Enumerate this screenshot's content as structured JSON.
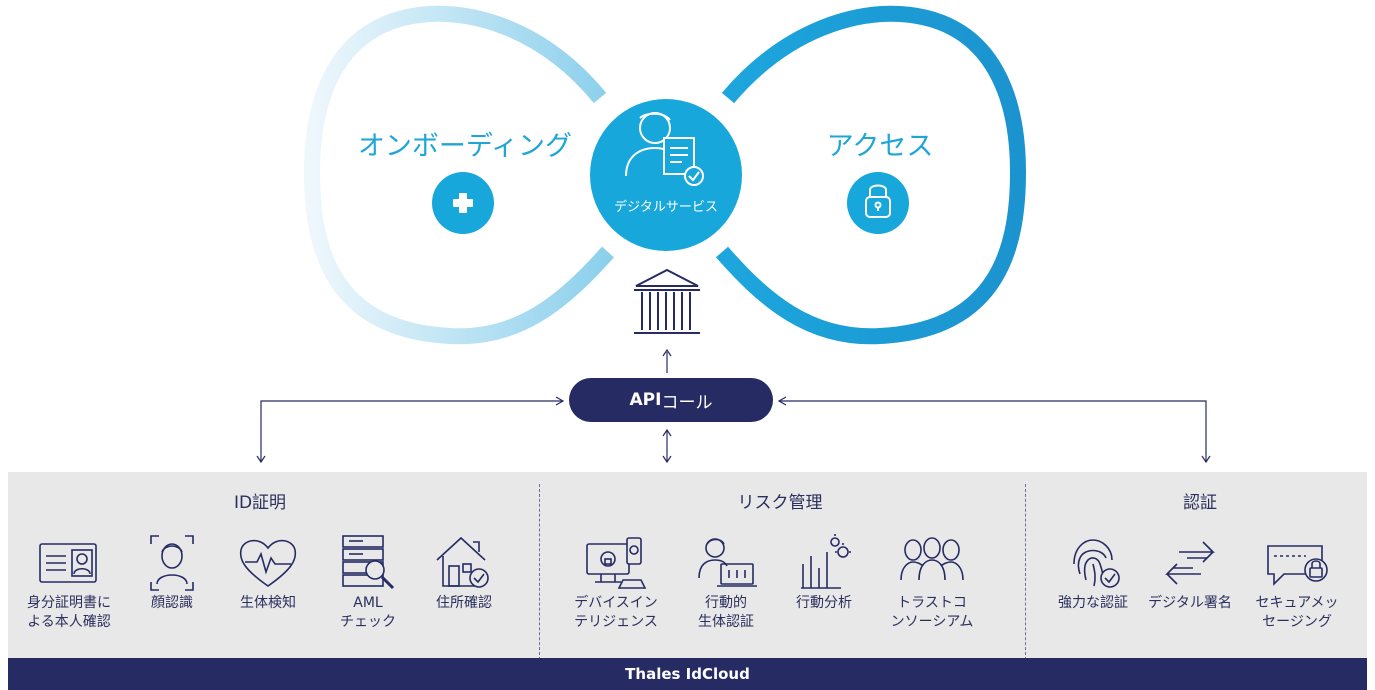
{
  "diagram": {
    "onboarding": {
      "label": "オンボーディング",
      "icon": "plus-icon"
    },
    "center": {
      "label": "デジタルサービス",
      "icon": "user-document-check-icon"
    },
    "access": {
      "label": "アクセス",
      "icon": "lock-icon"
    },
    "institution_icon": "bank-building-icon",
    "api": {
      "bold": "API",
      "rest": "コール"
    },
    "colors": {
      "accent": "#1ea6d6",
      "navy": "#262b64",
      "panel": "#e8e8e8",
      "text": "#2a2f5c"
    }
  },
  "sections": [
    {
      "title": "ID証明",
      "items": [
        {
          "icon": "id-card-icon",
          "label": "身分証明書に\nよる本人確認"
        },
        {
          "icon": "face-recognition-icon",
          "label": "顔認識"
        },
        {
          "icon": "heart-pulse-icon",
          "label": "生体検知"
        },
        {
          "icon": "server-search-icon",
          "label": "AML\nチェック"
        },
        {
          "icon": "house-check-icon",
          "label": "住所確認"
        }
      ]
    },
    {
      "title": "リスク管理",
      "items": [
        {
          "icon": "device-monitor-icon",
          "label": "デバイスイン\nテリジェンス"
        },
        {
          "icon": "person-laptop-icon",
          "label": "行動的\n生体認証"
        },
        {
          "icon": "bar-chart-gears-icon",
          "label": "行動分析"
        },
        {
          "icon": "group-people-icon",
          "label": "トラストコ\nンソーシアム"
        }
      ]
    },
    {
      "title": "認証",
      "items": [
        {
          "icon": "fingerprint-check-icon",
          "label": "強力な認証"
        },
        {
          "icon": "exchange-arrows-icon",
          "label": "デジタル署名"
        },
        {
          "icon": "message-lock-icon",
          "label": "セキュアメッ\nセージング"
        }
      ]
    }
  ],
  "footer": {
    "label": "Thales IdCloud"
  }
}
